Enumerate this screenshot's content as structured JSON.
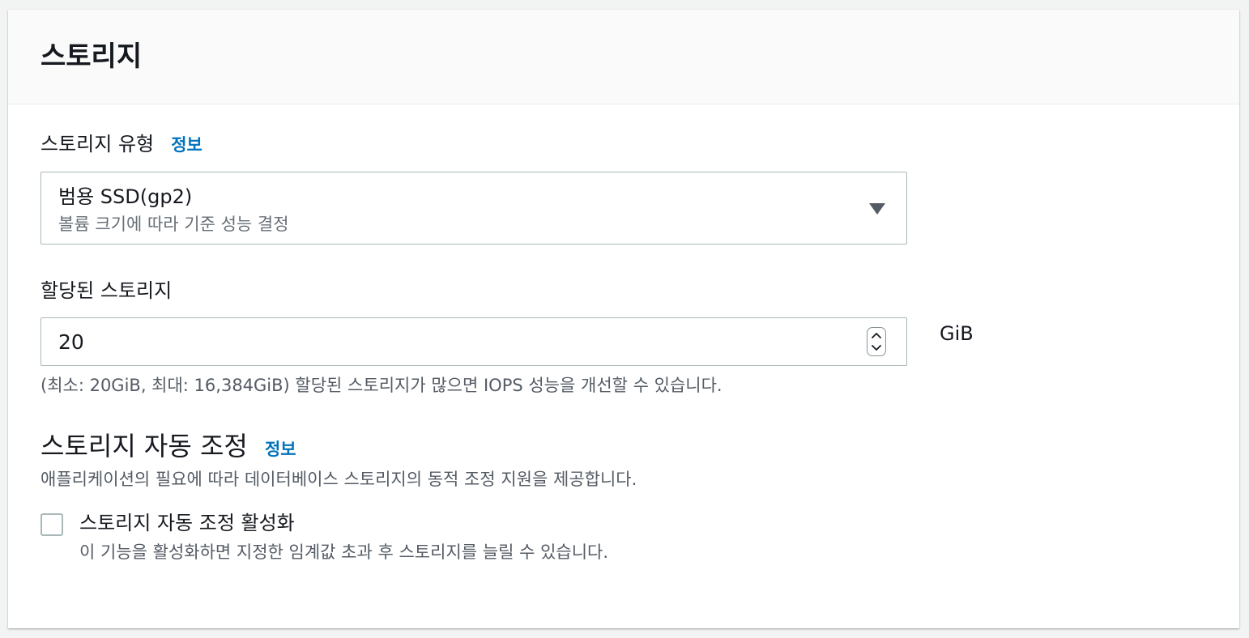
{
  "panel": {
    "title": "스토리지"
  },
  "storage_type": {
    "label": "스토리지 유형",
    "info": "정보",
    "selected_value": "범용 SSD(gp2)",
    "selected_description": "볼륨 크기에 따라 기준 성능 결정"
  },
  "allocated_storage": {
    "label": "할당된 스토리지",
    "value": "20",
    "unit": "GiB",
    "constraint": "(최소: 20GiB, 최대: 16,384GiB) 할당된 스토리지가 많으면 IOPS 성능을 개선할 수 있습니다."
  },
  "autoscaling": {
    "heading": "스토리지 자동 조정",
    "info": "정보",
    "description": "애플리케이션의 필요에 따라 데이터베이스 스토리지의 동적 조정 지원을 제공합니다.",
    "checkbox_label": "스토리지 자동 조정 활성화",
    "checkbox_description": "이 기능을 활성화하면 지정한 임계값 초과 후 스토리지를 늘릴 수 있습니다.",
    "checked": false
  }
}
